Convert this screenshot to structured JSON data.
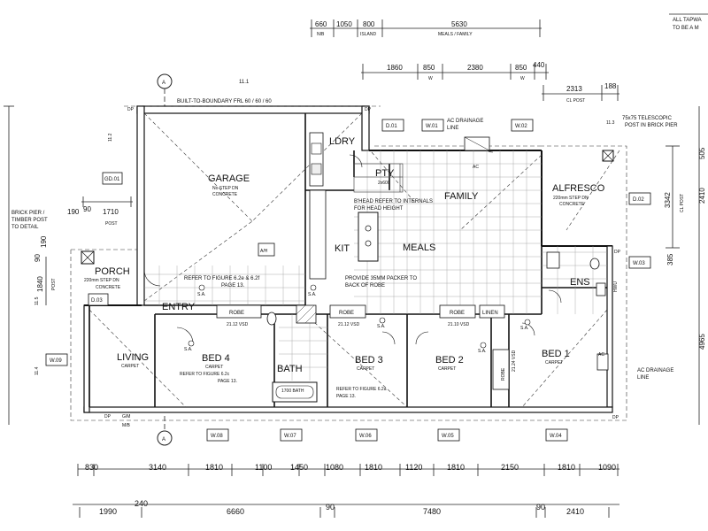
{
  "top_dims": {
    "row1": [
      "660",
      "1050",
      "800",
      "5630"
    ],
    "row1_labels": [
      "NIB",
      "ISLAND",
      "MEALS / FAMILY"
    ],
    "row2": [
      "1860",
      "850",
      "2380",
      "850",
      "440"
    ],
    "row2_labels": [
      "W",
      "W"
    ],
    "cl_post": "2313",
    "cl_post_b": "188",
    "cl_post_label": "CL POST"
  },
  "corner_note": [
    "ALL TAPWA",
    "TO BE A M"
  ],
  "rooms": {
    "garage": {
      "name": "GARAGE",
      "sub1": "No STEP DN",
      "sub2": "CONCRETE"
    },
    "ldry": "LDRY",
    "pty": "PTY",
    "family": "FAMILY",
    "alfresco": {
      "name": "ALFRESCO",
      "sub1": "220mm STEP DN",
      "sub2": "CONCRETE"
    },
    "kit": "KIT",
    "meals": "MEALS",
    "porch": {
      "name": "PORCH",
      "sub1": "220mm STEP DN",
      "sub2": "CONCRETE"
    },
    "entry": "ENTRY",
    "living": {
      "name": "LIVING",
      "sub": "CARPET"
    },
    "bed4": {
      "name": "BED 4",
      "sub": "CARPET"
    },
    "bath": "BATH",
    "bed3": {
      "name": "BED 3",
      "sub": "CARPET"
    },
    "bed2": {
      "name": "BED 2",
      "sub": "CARPET"
    },
    "bed1": {
      "name": "BED 1",
      "sub": "CARPET"
    },
    "ens": "ENS"
  },
  "labels": {
    "robe": "ROBE",
    "linen": "LINEN",
    "built_to_boundary": "BUILT-TO-BOUNDARY FRL 60 / 60 / 60",
    "ac_drainage": "AC DRAINAGE",
    "line": "LINE",
    "ac": "AC",
    "telescopic": "75x75 TELESCOPIC",
    "telescopic2": "POST IN BRICK PIER",
    "brick_pier": [
      "BRICK PIER /",
      "TIMBER POST",
      "TO DETAIL"
    ],
    "post": "POST",
    "bhead1": "B'HEAD REFER TO INTERNALS",
    "bhead2": "FOR HEAD HEIGHT",
    "packer1": "PROVIDE 35MM PACKER TO",
    "packer2": "BACK OF ROBE",
    "fig62_1": "REFER TO FIGURE 6.2e & 6.2f",
    "fig62_2": "PAGE 13.",
    "bed4_note1": "REFER TO FIGURE 6.2c",
    "bed4_note2": "PAGE 13.",
    "bath_note1": "REFER TO FIGURE 6.2a",
    "bath_note2": "PAGE 13.",
    "section_marker": "A",
    "vsd_1": "21.12 VSD",
    "vsd_2": "21.12 VSD",
    "vsd_3": "21.10 VSD",
    "vsd_4": "21.24 VSD",
    "bath_1700": "1700 BATH",
    "pty_note": "2x600",
    "ah": "A/H",
    "hwu": "HWU",
    "dp": "DP",
    "mb": "M/B",
    "gm": "G/M",
    "sa": "S.A."
  },
  "windows": {
    "w01": "W.01",
    "w02": "W.02",
    "w03": "W.03",
    "w04": "W.04",
    "w05": "W.05",
    "w06": "W.06",
    "w07": "W.07",
    "w08": "W.08",
    "w09": "W.09",
    "d01": "D.01",
    "d02": "D.02",
    "d03": "D.03",
    "gd01": "GD.01"
  },
  "left_dims": {
    "v1": "1710",
    "v2": "190",
    "v3": "90",
    "v4": "1840",
    "v5": "11.5",
    "v6": "11.4",
    "v7": "11.2",
    "v8": "90",
    "v9": "190"
  },
  "right_dims": {
    "v1": "3342",
    "v2": "2410",
    "v3": "4965",
    "v4": "505",
    "v5": "385",
    "v6": "11.3",
    "cl_post": "CL POST"
  },
  "bottom_dims": {
    "row1": [
      "830",
      "3140",
      "1810",
      "1100",
      "1450",
      "1080",
      "1810",
      "1120",
      "1810",
      "2150",
      "1810",
      "1090"
    ],
    "row2": [
      "1990",
      "240",
      "6660",
      "90",
      "7480",
      "90",
      "2410"
    ]
  },
  "annotation_111": "11.1"
}
